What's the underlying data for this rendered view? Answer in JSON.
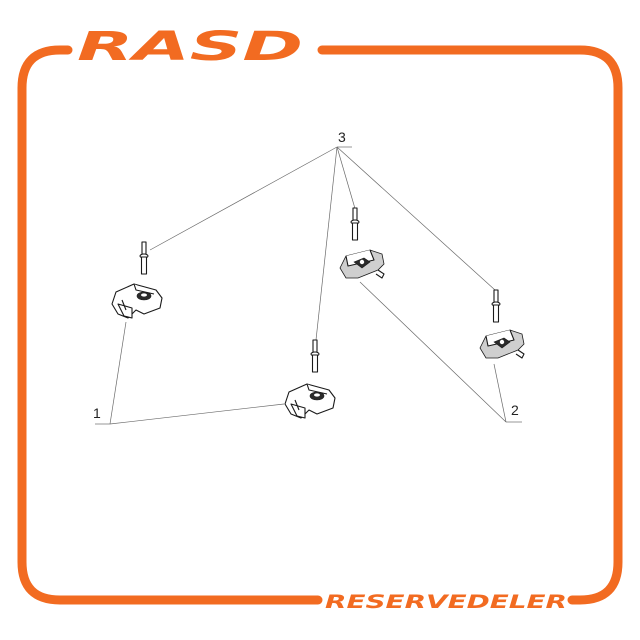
{
  "brand": {
    "logo": "RASD",
    "tagline": "RESERVEDELER",
    "accent_color": "#f26b21"
  },
  "diagram": {
    "callouts": {
      "one": "1",
      "two": "2",
      "three": "3"
    }
  }
}
